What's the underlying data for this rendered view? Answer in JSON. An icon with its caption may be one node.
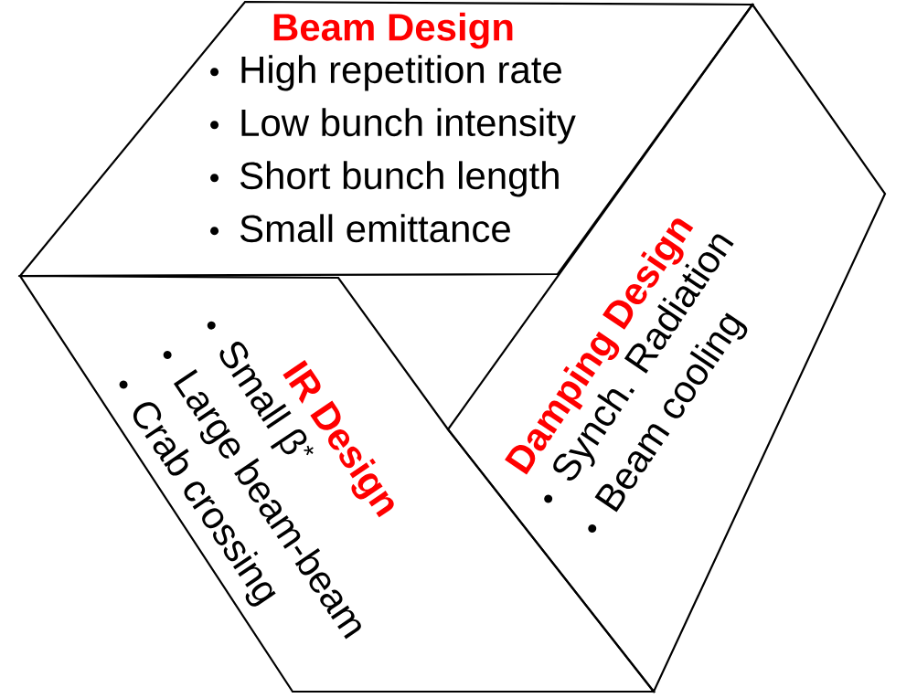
{
  "diagram": {
    "nodes": [
      {
        "text": [
          "Beam Design",
          "High repetition rate",
          "Low bunch intensity",
          "Short bunch length",
          "Small emittance"
        ]
      },
      {
        "text": [
          "IR Design",
          "Small β$^{*}$",
          "Large beam-beam",
          "Crab crossing"
        ]
      },
      {
        "text": [
          "Damping Design",
          "Synch. Radiation",
          "Beam cooling"
        ]
      }
    ]
  }
}
